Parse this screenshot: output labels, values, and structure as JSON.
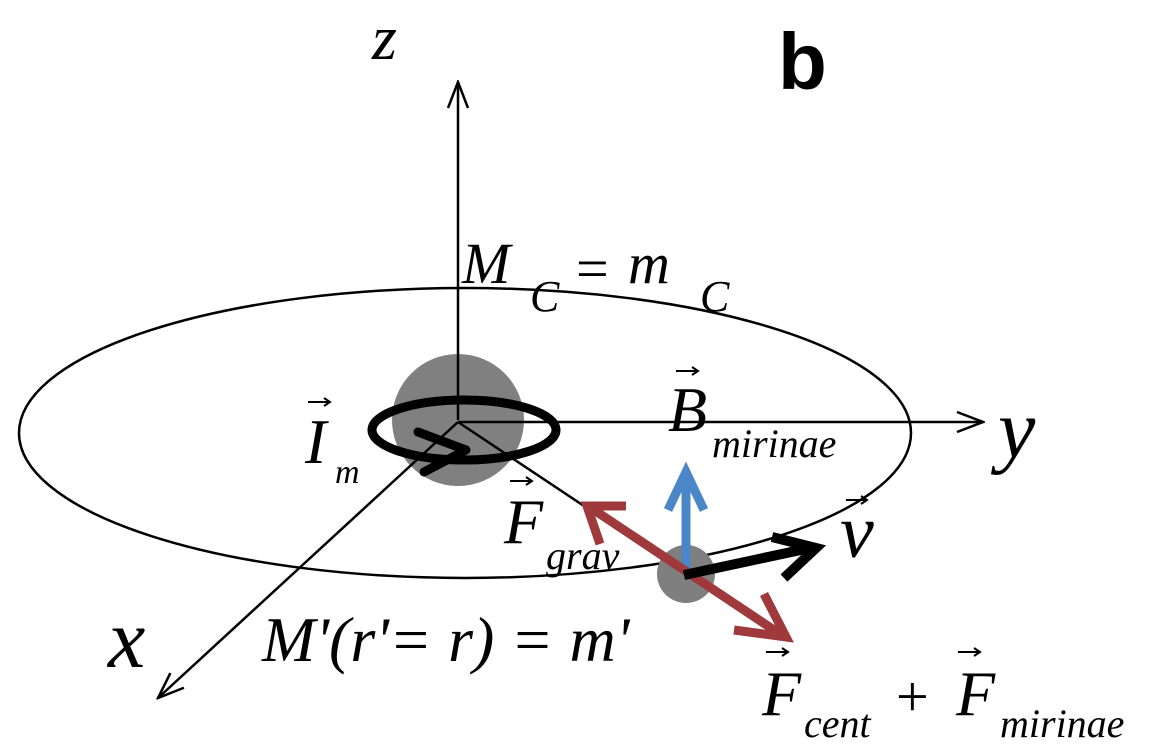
{
  "panel_label": "b",
  "axes": {
    "z": "z",
    "y": "y",
    "x": "x"
  },
  "central_mass": {
    "main": "M",
    "sub1": "C",
    "eq": "=",
    "rhs": "m",
    "sub2": "C"
  },
  "current": {
    "main": "I",
    "sub": "m"
  },
  "magnetic_field": {
    "main": "B",
    "sub": "mirinae"
  },
  "gravity_force": {
    "main": "F",
    "sub": "grav"
  },
  "velocity": {
    "main": "v"
  },
  "orbit_mass": {
    "text": "M'(r'= r) = m'"
  },
  "sum_forces": {
    "f1": "F",
    "sub1": "cent",
    "plus": "+",
    "f2": "F",
    "sub2": "mirinae"
  },
  "colors": {
    "central_body": "#808080",
    "small_body": "#7f7f7f",
    "force_arrow": "#a0393b",
    "field_arrow": "#4a86c8",
    "line": "#000000"
  }
}
